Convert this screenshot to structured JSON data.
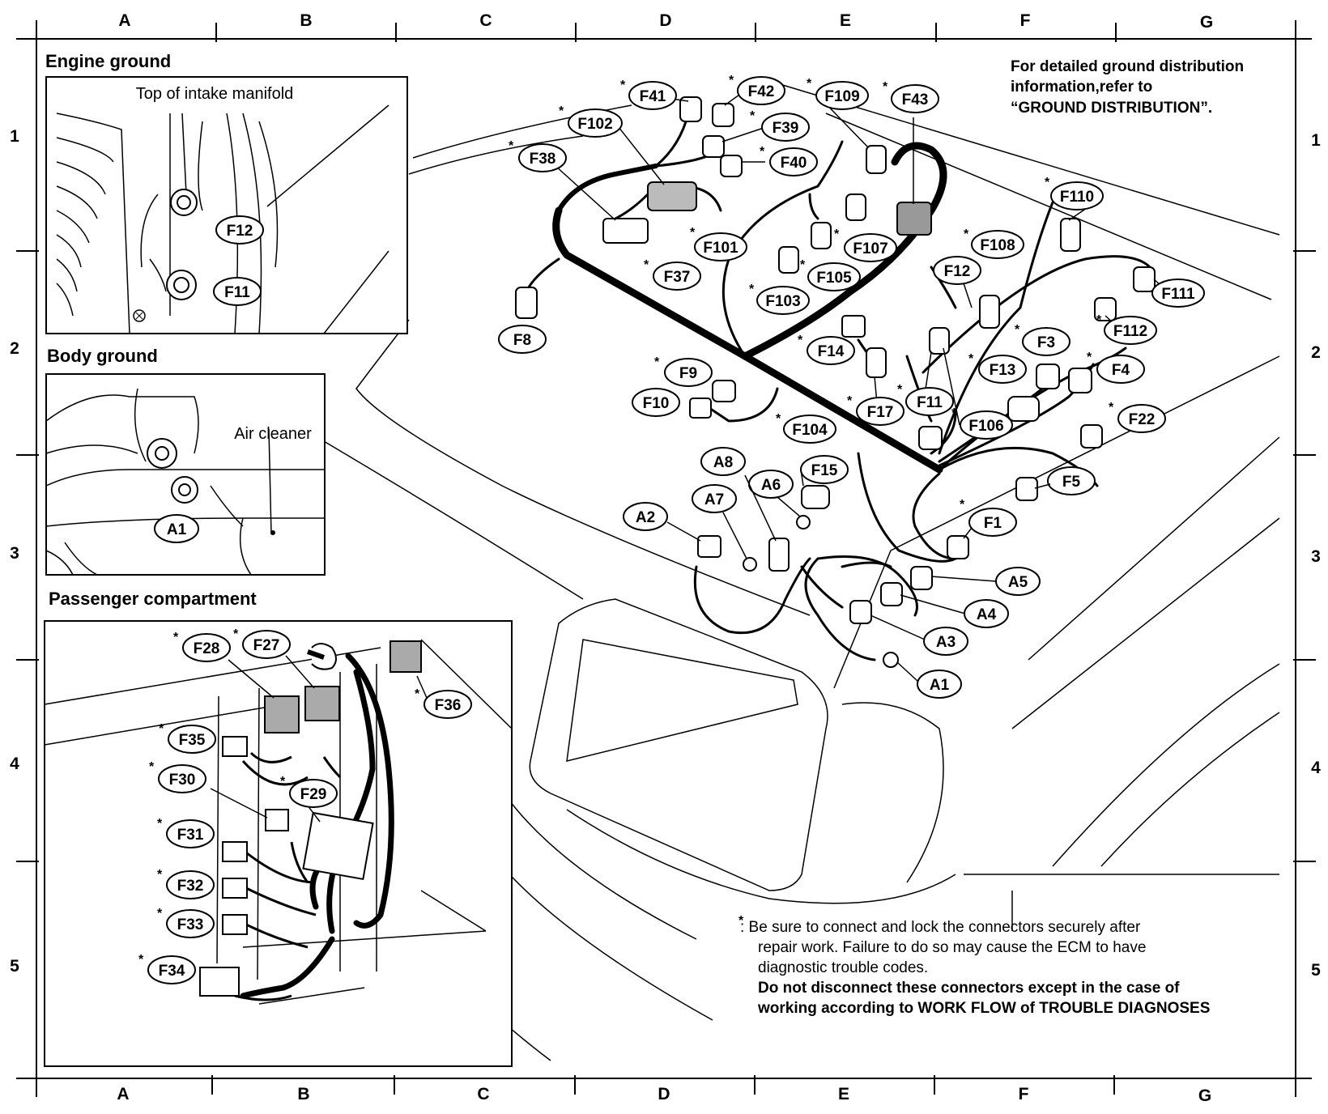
{
  "grid": {
    "columns": [
      "A",
      "B",
      "C",
      "D",
      "E",
      "F",
      "G"
    ],
    "rows": [
      "1",
      "2",
      "3",
      "4",
      "5"
    ]
  },
  "insets": {
    "engine_ground": {
      "title": "Engine ground",
      "caption": "Top of intake manifold",
      "labels": [
        "F12",
        "F11"
      ]
    },
    "body_ground": {
      "title": "Body ground",
      "caption": "Air cleaner",
      "labels": [
        "A1"
      ]
    },
    "passenger_compartment": {
      "title": "Passenger compartment",
      "labels": [
        "F28",
        "F27",
        "F36",
        "F35",
        "F30",
        "F29",
        "F31",
        "F32",
        "F33",
        "F34"
      ]
    }
  },
  "notes": {
    "ground_ref": [
      "For detailed ground distribution",
      "information,refer to",
      "“GROUND DISTRIBUTION”."
    ],
    "caution_plain": [
      ": Be sure to connect and lock the connectors securely after",
      "repair work. Failure to do so may cause the ECM to have",
      "diagnostic trouble codes."
    ],
    "caution_bold": [
      "Do not disconnect these connectors except in the case of",
      "working according to WORK FLOW of TROUBLE DIAGNOSES"
    ]
  },
  "connectors": [
    "F41",
    "F42",
    "F109",
    "F43",
    "F102",
    "F39",
    "F38",
    "F40",
    "F110",
    "F101",
    "F107",
    "F108",
    "F37",
    "F105",
    "F12",
    "F111",
    "F103",
    "F8",
    "F112",
    "F14",
    "F3",
    "F9",
    "F13",
    "F4",
    "F11",
    "F10",
    "F17",
    "F106",
    "F22",
    "F104",
    "A8",
    "F15",
    "F5",
    "A6",
    "A7",
    "A2",
    "F1",
    "A5",
    "A4",
    "A3",
    "A1"
  ]
}
